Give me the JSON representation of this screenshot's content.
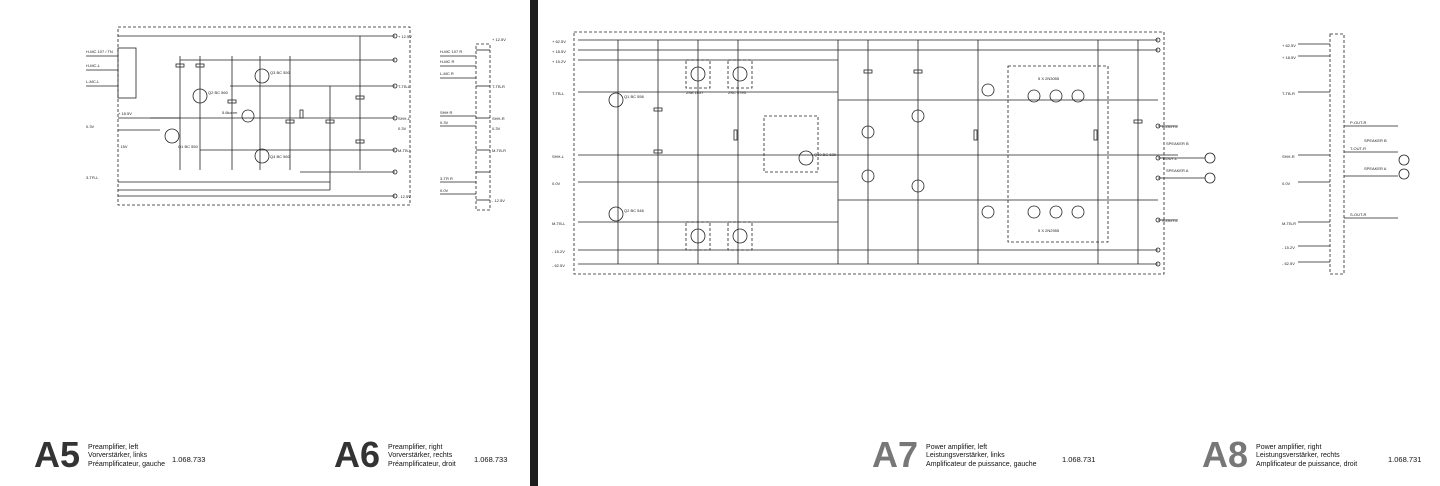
{
  "pages": [
    {
      "id": "left",
      "sheets": [
        {
          "code": "A5",
          "lines": [
            "Preamplifier, left",
            "Vorverstärker, links",
            "Préamplificateur, gauche"
          ],
          "part_no": "1.068.733"
        },
        {
          "code": "A6",
          "lines": [
            "Preamplifier, right",
            "Vorverstärker, rechts",
            "Préamplificateur, droit"
          ],
          "part_no": "1.068.733"
        }
      ],
      "labels": {
        "a5_rails": [
          "+ 18.5V",
          "- 15V"
        ],
        "a5_inputs": [
          "H-MC 107 / TN",
          "H-MC-L",
          "L-MC-L",
          "3-TR-L",
          "0.3V"
        ],
        "a5_outputs": [
          "+ 12.5V",
          "T-TB-L",
          "SHH-L",
          "0.3V",
          "M-TB-L",
          "- 12.5V"
        ],
        "a5_parts": [
          "Q1 BC 550",
          "Q2 BC 560",
          "Q3 BC 550",
          "Q4 BC 560",
          "5.6kohm"
        ],
        "a6_labels": [
          "H-MC 107 R",
          "H-MC R",
          "L-MC R",
          "SHH R",
          "0.3V",
          "3-TR R",
          "0.0V"
        ],
        "a6_outputs": [
          "+ 12.5V",
          "T-TB-R",
          "SHH-R",
          "0.3V",
          "M-TB-R",
          "- 12.5V"
        ]
      }
    },
    {
      "id": "right",
      "sheets": [
        {
          "code": "A7",
          "lines": [
            "Power amplifier, left",
            "Leistungsverstärker, links",
            "Amplificateur de puissance, gauche"
          ],
          "part_no": "1.068.731"
        },
        {
          "code": "A8",
          "lines": [
            "Power amplifier, right",
            "Leistungsverstärker, rechts",
            "Amplificateur de puissance, droit"
          ],
          "part_no": "1.068.731"
        }
      ],
      "labels": {
        "a7_rails": [
          "+ 62.5V",
          "+ 18.5V",
          "+ 15.2V",
          "- 15.2V",
          "- 62.5V"
        ],
        "a7_inputs": [
          "T-TB-L",
          "SHH-L",
          "0.0V",
          "M-TB-L"
        ],
        "a7_outputs": [
          "P-OUT-L",
          "T-OUT-L",
          "S-OUT-L",
          "SPEAKER B",
          "SPEAKER A"
        ],
        "a7_parts": [
          "Q1 BC 556",
          "Q2 BC 546",
          "Q10 BC 639",
          "2SA 1837",
          "2SC 4793",
          "5 X 2N3055",
          "5 X 2N2955"
        ],
        "a8_labels": [
          "+ 62.5V",
          "+ 18.5V",
          "T-TB-R",
          "SHH-R",
          "0.0V",
          "M-TB-R",
          "- 15.2V",
          "- 62.5V"
        ],
        "a8_outputs": [
          "P-OUT-R",
          "T-OUT-R",
          "S-OUT-R",
          "SPEAKER B",
          "SPEAKER A"
        ]
      }
    }
  ]
}
